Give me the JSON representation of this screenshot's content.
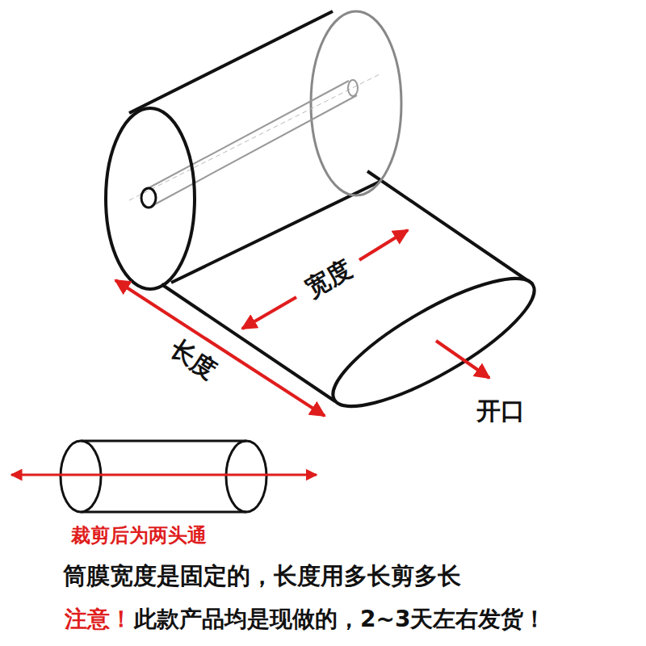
{
  "diagram": {
    "labels": [
      "宽度",
      "长度",
      "开口",
      "裁剪后为两头通",
      "筒膜宽度是固定的，长度用多长剪多长",
      "注意！",
      "此款产品均是现做的，2~3天左右发货！"
    ]
  }
}
